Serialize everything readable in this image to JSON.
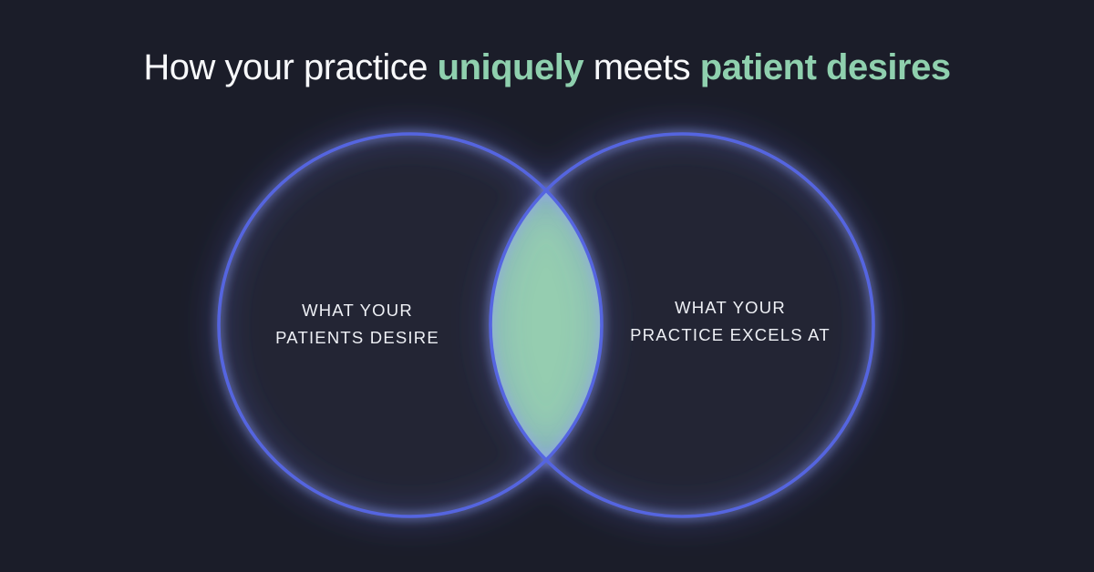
{
  "title": {
    "part1": "How your practice",
    "highlight1": "uniquely",
    "part2": "meets",
    "highlight2": "patient desires"
  },
  "venn": {
    "left_circle": {
      "label_line1": "WHAT YOUR",
      "label_line2": "PATIENTS DESIRE"
    },
    "right_circle": {
      "label_line1": "WHAT YOUR",
      "label_line2": "PRACTICE EXCELS AT"
    }
  },
  "colors": {
    "background": "#1b1d29",
    "circle_fill": "#232534",
    "circle_stroke": "#5565e0",
    "intersection_fill": "#95cdb0",
    "title_text": "#f7f8fa",
    "title_highlight": "#8fd0ae",
    "label_text": "#eef0f5"
  }
}
